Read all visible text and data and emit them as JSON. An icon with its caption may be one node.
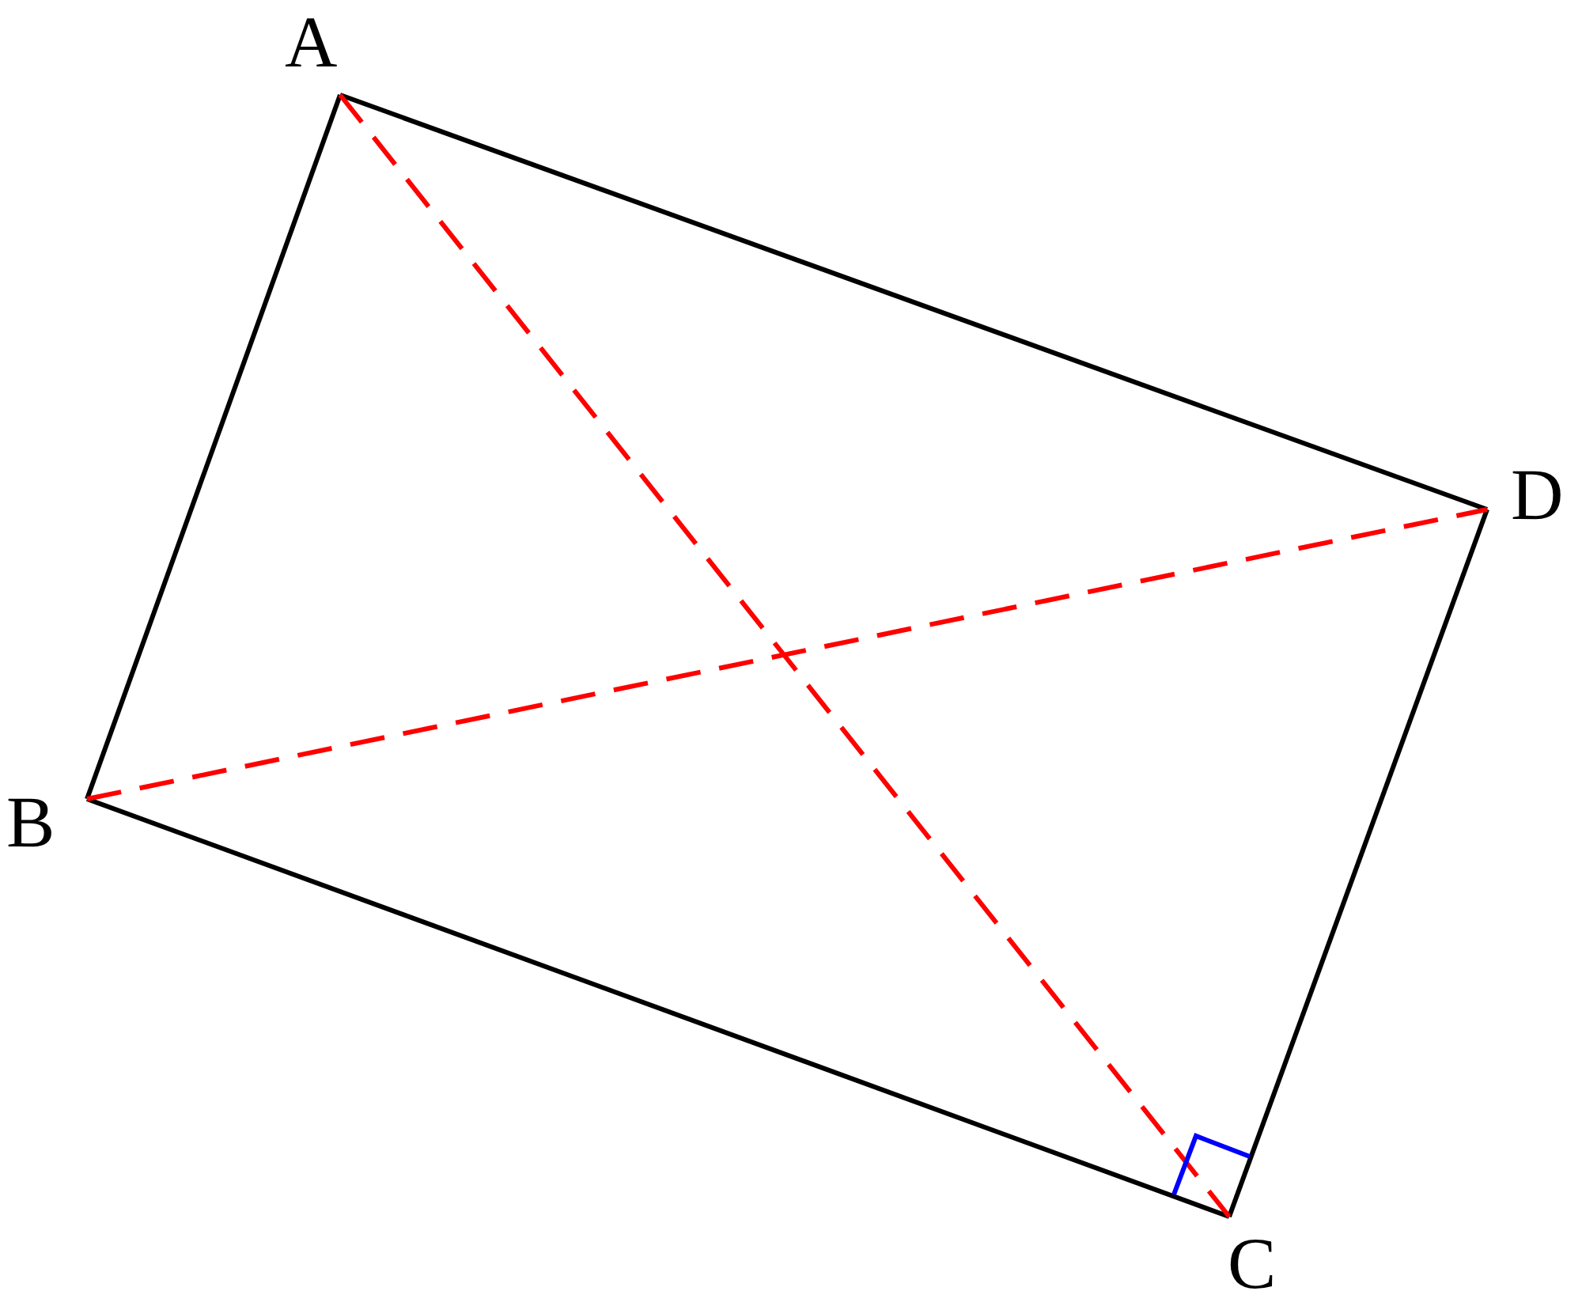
{
  "diagram": {
    "nodes": [
      {
        "text": [
          "A"
        ]
      },
      {
        "text": [
          "B"
        ]
      },
      {
        "text": [
          "C"
        ]
      },
      {
        "text": [
          "D"
        ]
      }
    ],
    "edges": [
      {
        "from": 0,
        "to": 1,
        "arrow": "none"
      },
      {
        "from": 1,
        "to": 2,
        "arrow": "none"
      },
      {
        "from": 2,
        "to": 3,
        "arrow": "none"
      },
      {
        "from": 3,
        "to": 0,
        "arrow": "none"
      },
      {
        "from": 0,
        "to": 2,
        "arrow": "none",
        "style": "dashed",
        "color": "#ff0000"
      },
      {
        "from": 1,
        "to": 3,
        "arrow": "none",
        "style": "dashed",
        "color": "#ff0000"
      }
    ]
  }
}
